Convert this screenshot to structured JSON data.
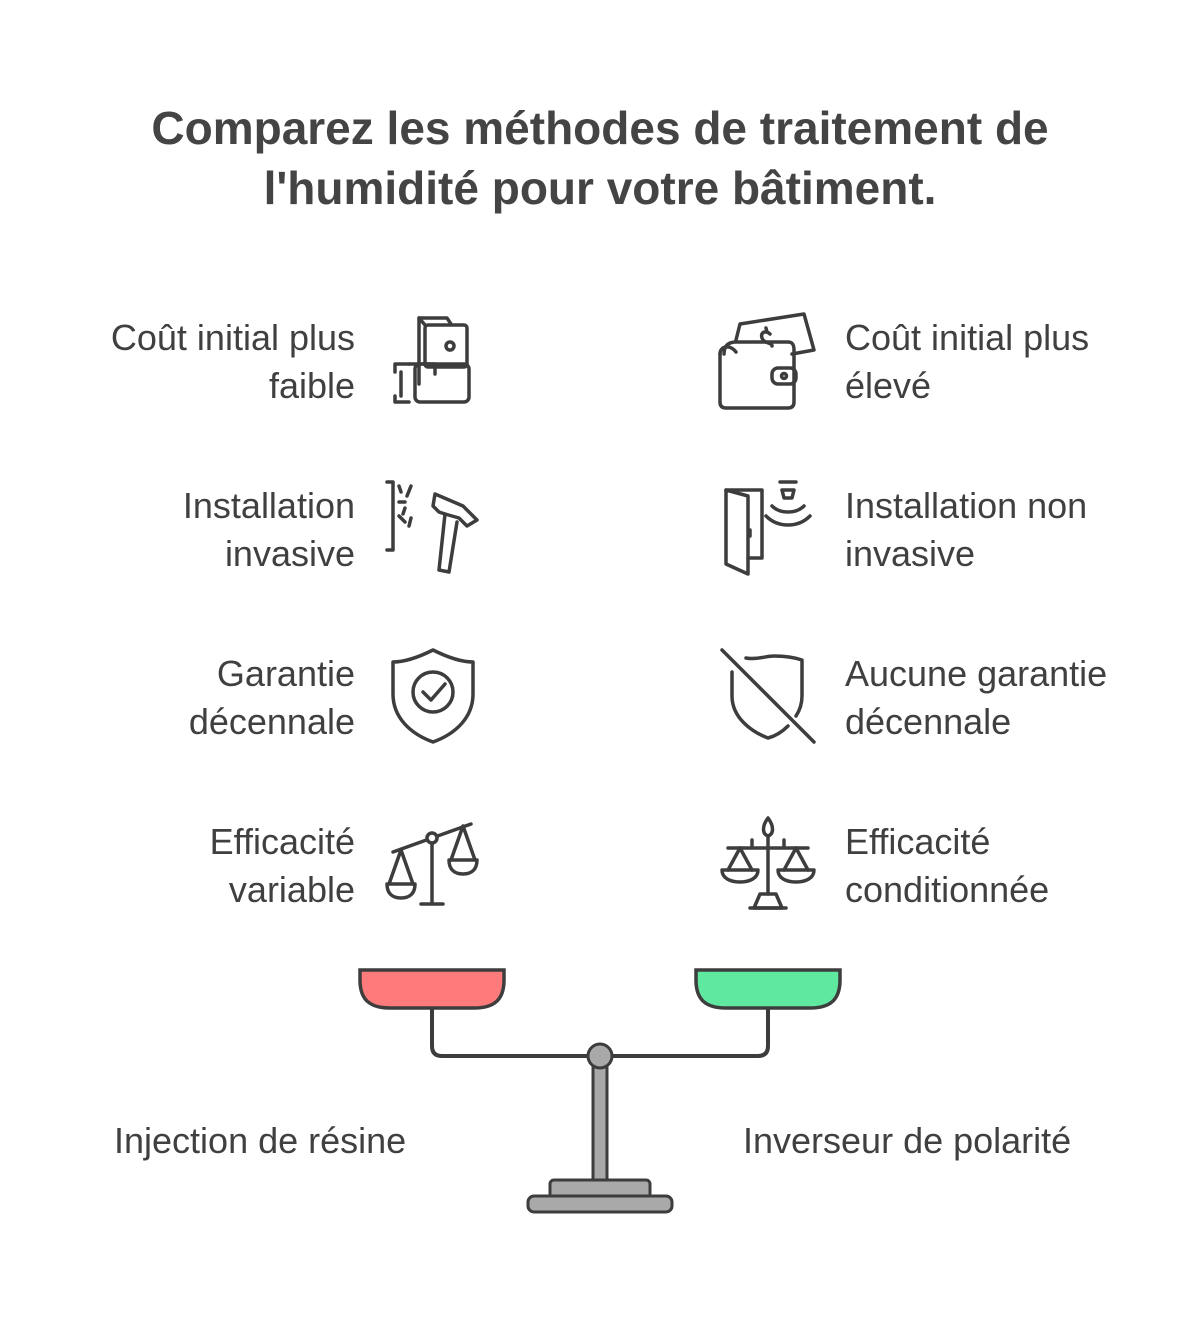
{
  "title": {
    "line1": "Comparez les méthodes de traitement de",
    "line2": "l'humidité pour votre bâtiment."
  },
  "left": {
    "method": "Injection de résine",
    "color": "#ff7b7b",
    "items": [
      {
        "line1": "Coût initial plus",
        "line2": "faible",
        "icon": "hand-money-icon"
      },
      {
        "line1": "Installation",
        "line2": "invasive",
        "icon": "hammer-wall-icon"
      },
      {
        "line1": "Garantie",
        "line2": "décennale",
        "icon": "shield-check-icon"
      },
      {
        "line1": "Efficacité",
        "line2": "variable",
        "icon": "unbalanced-scale-icon"
      }
    ]
  },
  "right": {
    "method": "Inverseur de polarité",
    "color": "#5ee8a0",
    "items": [
      {
        "line1": "Coût initial plus",
        "line2": "élevé",
        "icon": "wallet-money-icon"
      },
      {
        "line1": "Installation non",
        "line2": "invasive",
        "icon": "door-sensor-icon"
      },
      {
        "line1": "Aucune garantie",
        "line2": "décennale",
        "icon": "shield-off-icon"
      },
      {
        "line1": "Efficacité",
        "line2": "conditionnée",
        "icon": "balanced-scale-icon"
      }
    ]
  }
}
